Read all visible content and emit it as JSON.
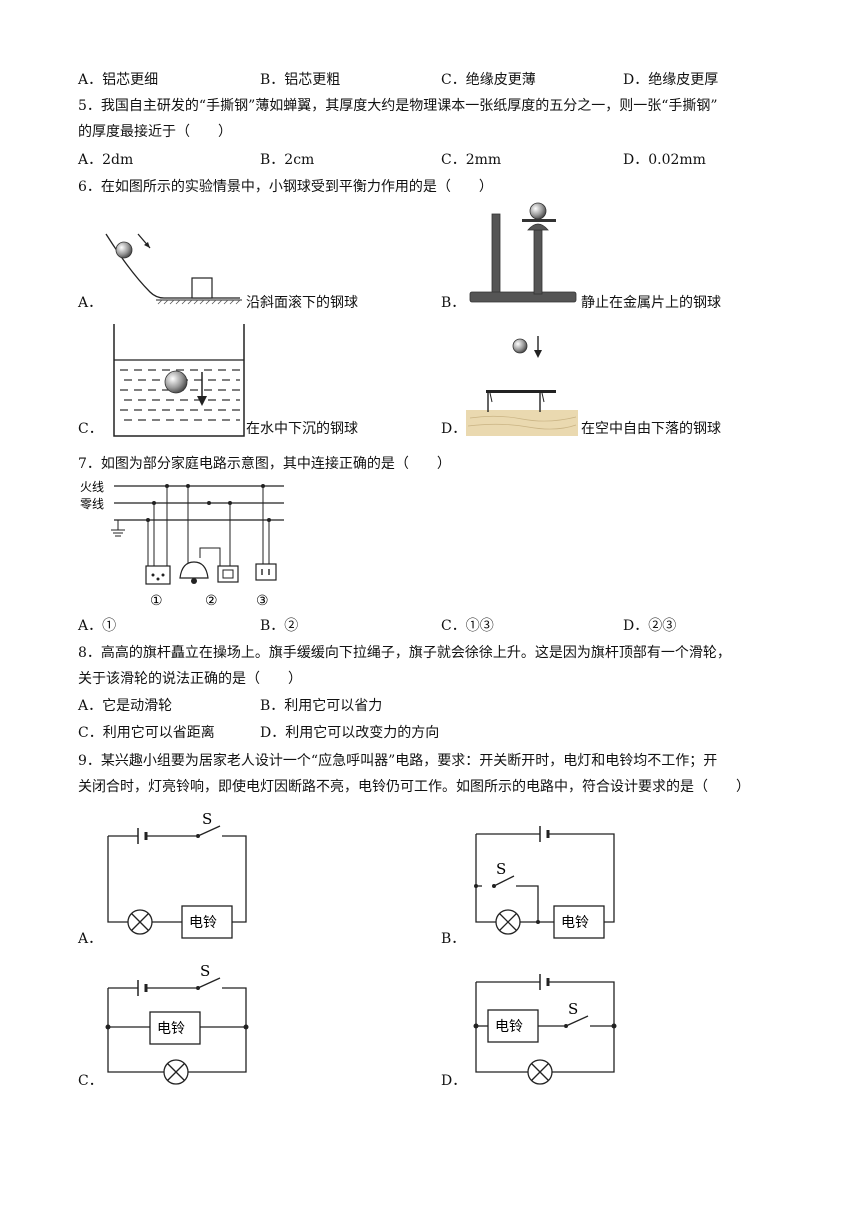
{
  "q4": {
    "a": "A．铝芯更细",
    "b": "B．铝芯更粗",
    "c": "C．绝缘皮更薄",
    "d": "D．绝缘皮更厚"
  },
  "q5": {
    "line1": "5．我国自主研发的“手撕钢”薄如蝉翼，其厚度大约是物理课本一张纸厚度的五分之一，则一张“手撕钢”",
    "line2": "的厚度最接近于（　　）",
    "a": "A．2dm",
    "b": "B．2cm",
    "c": "C．2mm",
    "d": "D．0.02mm"
  },
  "q6": {
    "stem": "6．在如图所示的实验情景中，小钢球受到平衡力作用的是（　　）",
    "a_letter": "A．",
    "a_caption": "沿斜面滚下的钢球",
    "b_letter": "B．",
    "b_caption": "静止在金属片上的钢球",
    "c_letter": "C．",
    "c_caption": "在水中下沉的钢球",
    "d_letter": "D．",
    "d_caption": "在空中自由下落的钢球"
  },
  "q7": {
    "stem": "7．如图为部分家庭电路示意图，其中连接正确的是（　　）",
    "live_label": "火线",
    "neutral_label": "零线",
    "n1": "①",
    "n2": "②",
    "n3": "③",
    "a": "A．①",
    "b": "B．②",
    "c": "C．①③",
    "d": "D．②③"
  },
  "q8": {
    "line1": "8．高高的旗杆矗立在操场上。旗手缓缓向下拉绳子，旗子就会徐徐上升。这是因为旗杆顶部有一个滑轮，",
    "line2": "关于该滑轮的说法正确的是（　　）",
    "a": "A．它是动滑轮",
    "b": "B．利用它可以省力",
    "c": "C．利用它可以省距离",
    "d": "D．利用它可以改变力的方向"
  },
  "q9": {
    "line1": "9．某兴趣小组要为居家老人设计一个“应急呼叫器”电路，要求：开关断开时，电灯和电铃均不工作；开",
    "line2": "关闭合时，灯亮铃响，即使电灯因断路不亮，电铃仍可工作。如图所示的电路中，符合设计要求的是（　　）",
    "switch_label": "S",
    "bell_label": "电铃",
    "a": "A．",
    "b": "B．",
    "c": "C．",
    "d": "D．"
  }
}
